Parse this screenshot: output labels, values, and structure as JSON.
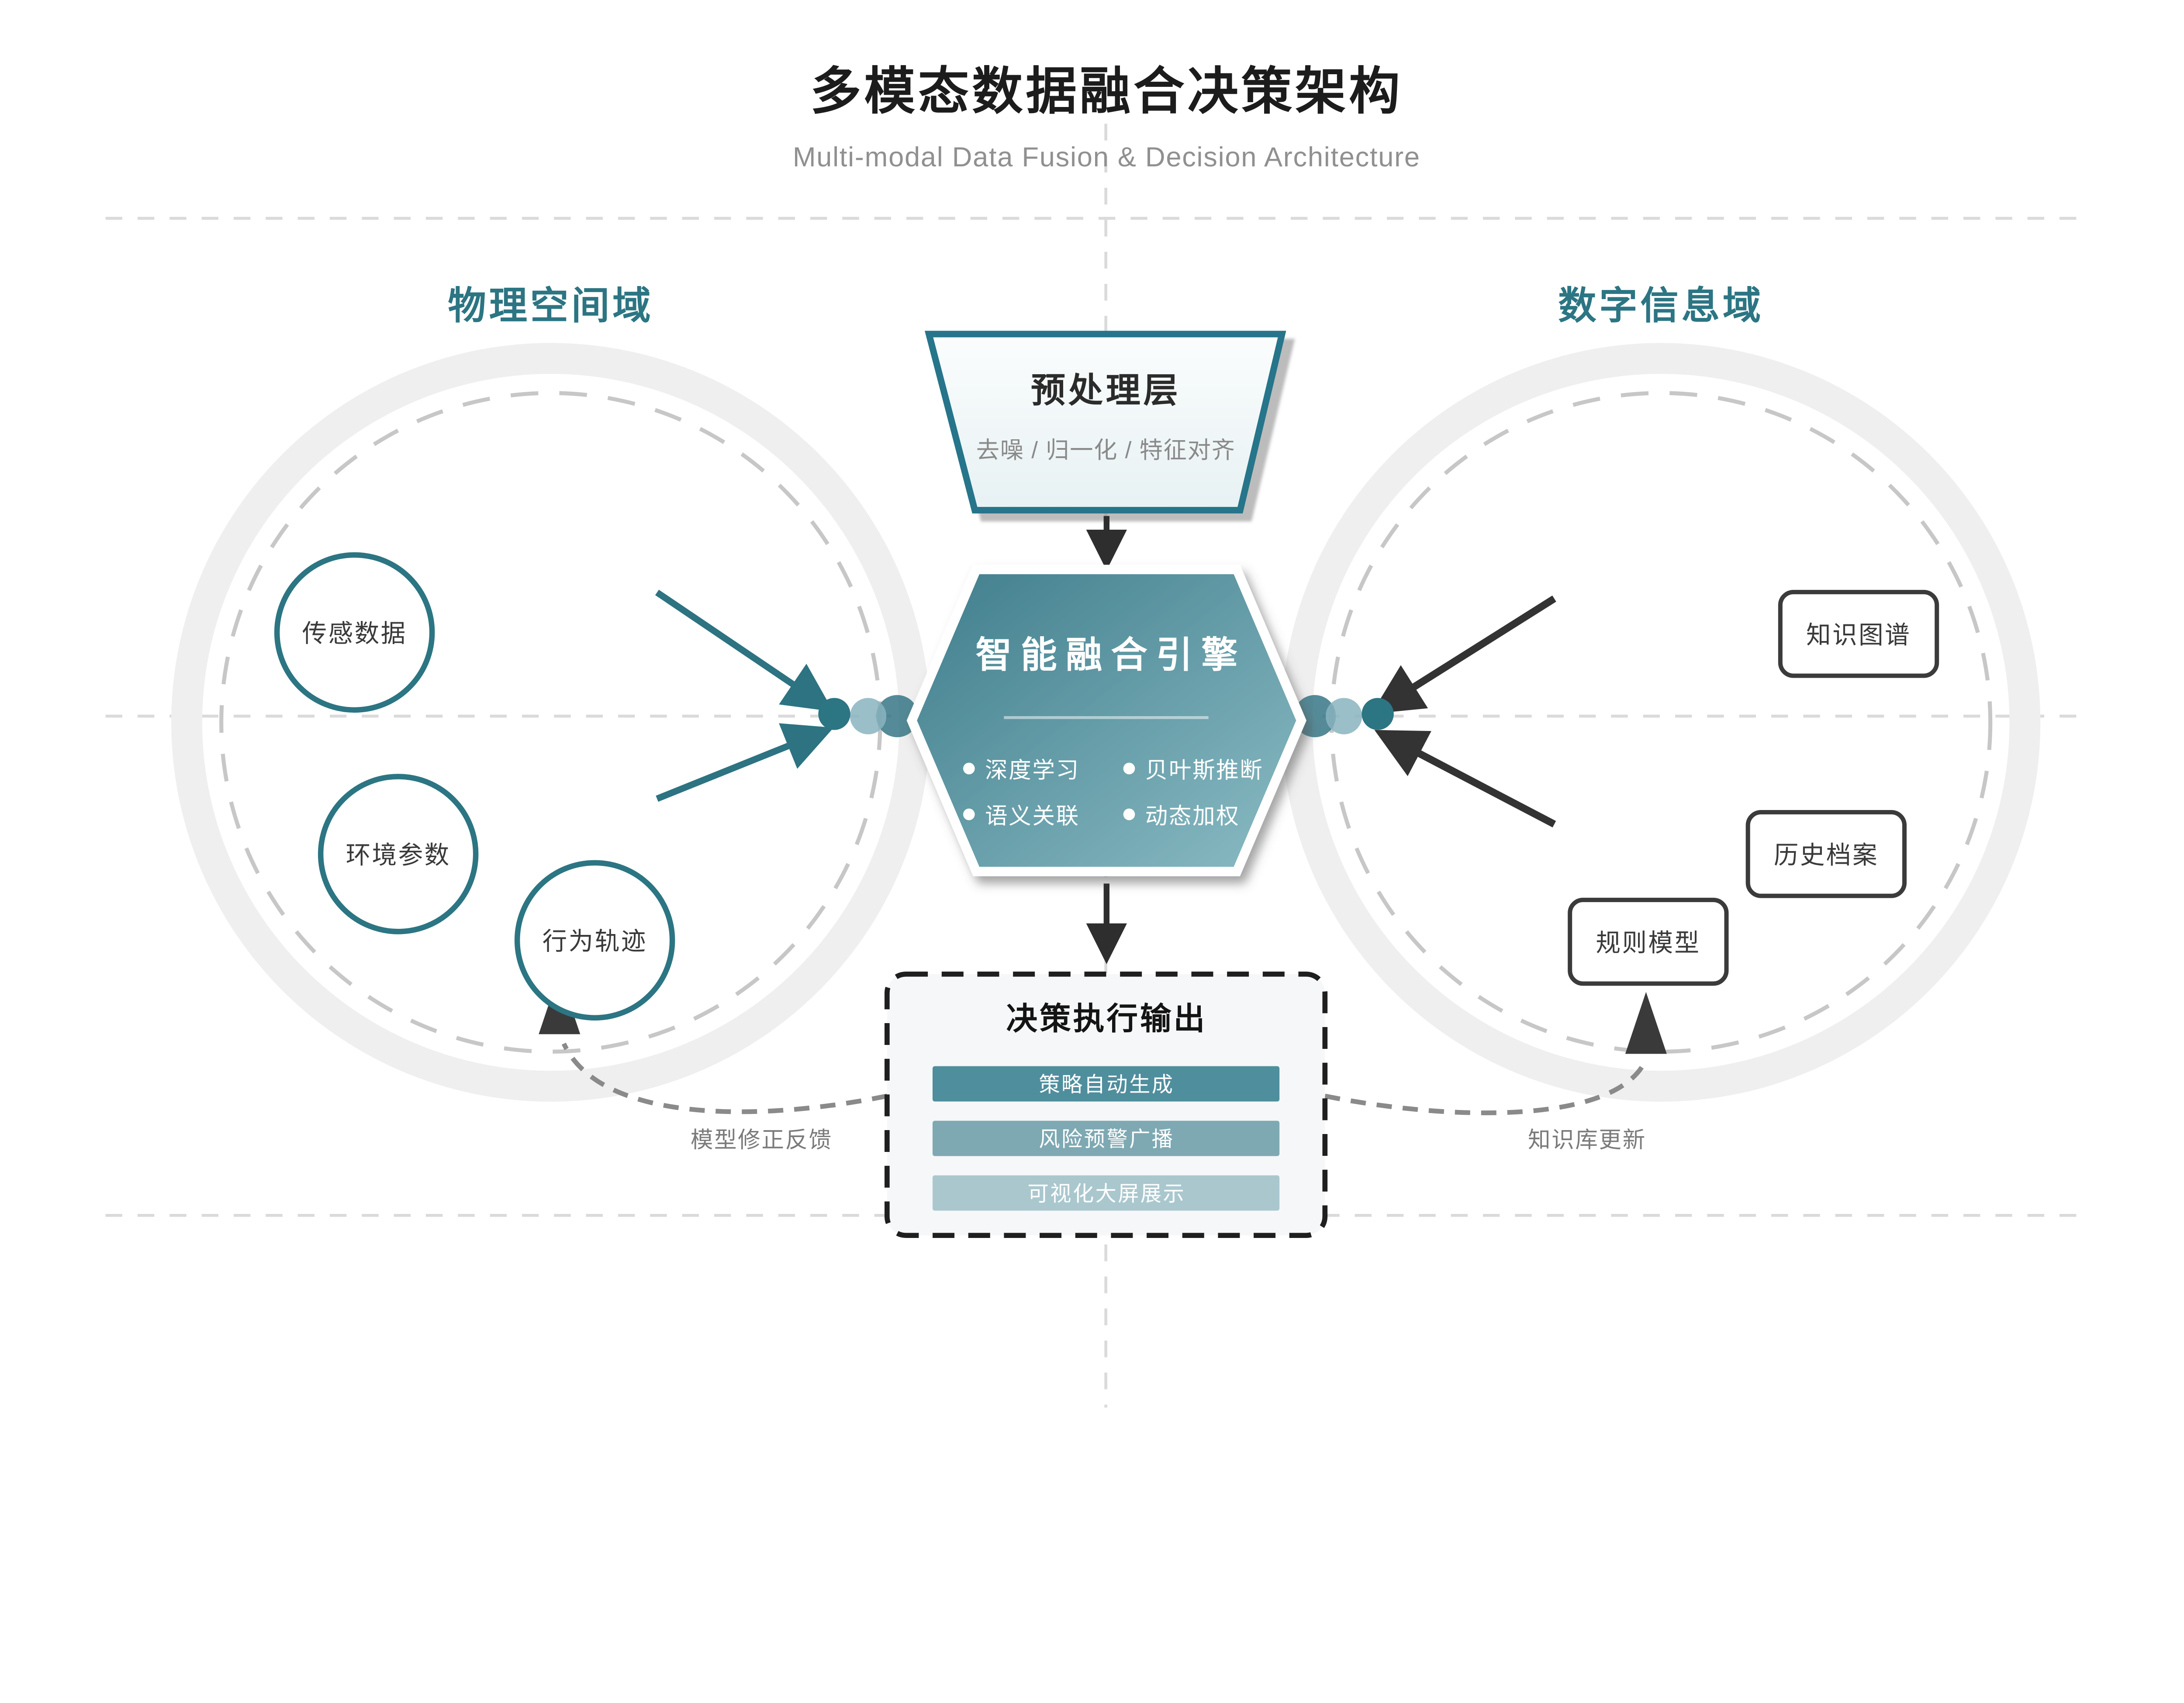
{
  "title": {
    "main": "多模态数据融合决策架构",
    "subtitle": "Multi-modal Data Fusion & Decision Architecture"
  },
  "left_domain": {
    "label": "物理空间域",
    "nodes": [
      "传感数据",
      "环境参数",
      "行为轨迹"
    ]
  },
  "right_domain": {
    "label": "数字信息域",
    "nodes": [
      "知识图谱",
      "历史档案",
      "规则模型"
    ]
  },
  "preprocess": {
    "title": "预处理层",
    "subtitle": "去噪 / 归一化 / 特征对齐"
  },
  "engine": {
    "title": "智能融合引擎",
    "bullet_char": "•",
    "bullets": [
      "深度学习",
      "贝叶斯推断",
      "语义关联",
      "动态加权"
    ]
  },
  "decision": {
    "title": "决策执行输出",
    "items": [
      {
        "label": "策略自动生成",
        "color": "#4f8e9d"
      },
      {
        "label": "风险预警广播",
        "color": "#7ea9b3"
      },
      {
        "label": "可视化大屏展示",
        "color": "#aac7ce"
      }
    ]
  },
  "feedback": {
    "left_label": "模型修正反馈",
    "right_label": "知识库更新"
  },
  "colors": {
    "teal": "#2c7583",
    "hex_gradient_start": "#3f7d8c",
    "hex_gradient_end": "#8bbcc4",
    "dark_arrow": "#333333",
    "label_gray": "#7b7b7b"
  }
}
